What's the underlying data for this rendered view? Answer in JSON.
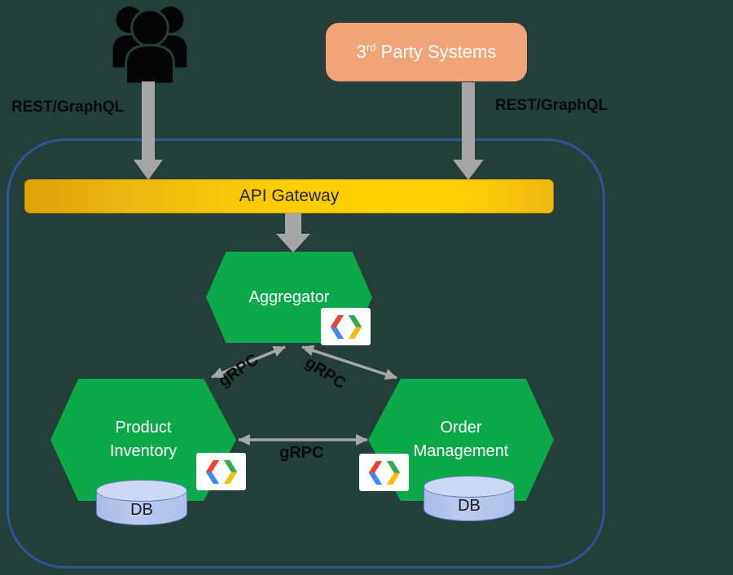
{
  "diagram": {
    "title": "Microservices gRPC architecture diagram",
    "colors": {
      "background": "#243f39",
      "boundary_border": "#2f5597",
      "service_green": "#0ca94a",
      "gateway_gold": "#ffd000",
      "third_party_orange": "#f1a477",
      "arrow_gray": "#a6a6a6",
      "db_fill": "#b5c3eb",
      "db_border": "#5f7ec6",
      "logo_red": "#ea4335",
      "logo_blue": "#4285f4",
      "logo_green": "#34a853",
      "logo_yellow": "#fbbc05"
    },
    "nodes": {
      "third_party": {
        "number": "3",
        "ordinal": "rd",
        "rest": " Party Systems"
      },
      "api_gateway": {
        "label": "API Gateway"
      },
      "aggregator": {
        "label": "Aggregator"
      },
      "product_inventory": {
        "line1": "Product",
        "line2": "Inventory"
      },
      "order_management": {
        "line1": "Order",
        "line2": "Management"
      },
      "db_left": {
        "label": "DB"
      },
      "db_right": {
        "label": "DB"
      }
    },
    "edges": {
      "rest_left": {
        "label": "REST/GraphQL"
      },
      "rest_right": {
        "label": "REST/GraphQL"
      },
      "grpc_aggregator_product": {
        "label": "gRPC"
      },
      "grpc_aggregator_order": {
        "label": "gRPC"
      },
      "grpc_product_order": {
        "label": "gRPC"
      }
    },
    "icons": {
      "users": "users-group-icon",
      "grpc_logo": "google-developers-logo"
    }
  }
}
